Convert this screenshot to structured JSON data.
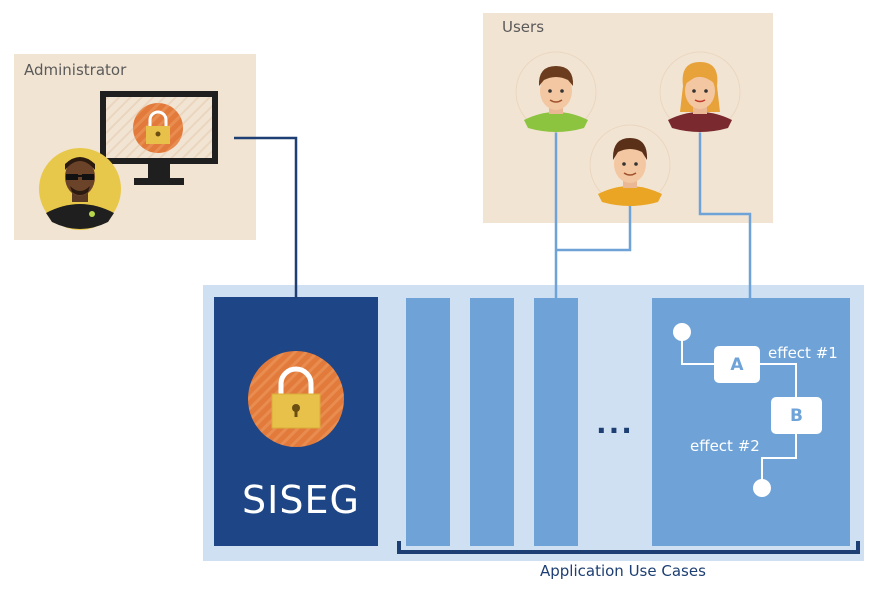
{
  "admin_panel": {
    "label": "Administrator"
  },
  "users_panel": {
    "label": "Users"
  },
  "system": {
    "name": "SISEG"
  },
  "use_case": {
    "node_a": "A",
    "node_b": "B",
    "effect_1": "effect #1",
    "effect_2": "effect #2"
  },
  "ellipsis": "...",
  "caption": "Application Use Cases",
  "colors": {
    "panel_bg": "#f2e4d3",
    "system_bg": "#cfe0f2",
    "siseg_bg": "#1e4585",
    "column": "#6fa3d8",
    "line_dark": "#1e3f73",
    "line_light": "#6fa3d8",
    "lock_circle": "#e17a3b",
    "lock_body": "#e8c14a"
  },
  "icons": [
    "monitor-icon",
    "lock-icon",
    "admin-avatar-icon",
    "user-avatar-icon"
  ]
}
